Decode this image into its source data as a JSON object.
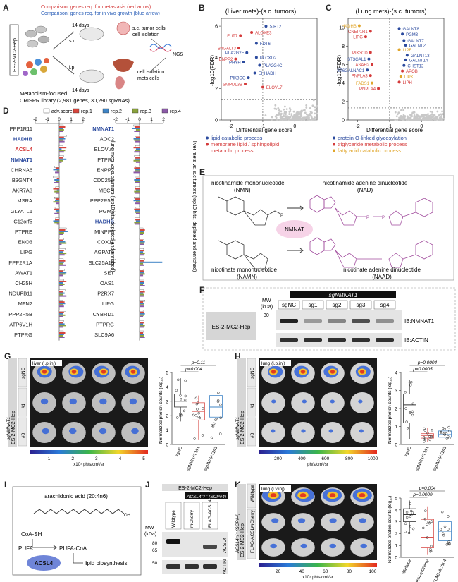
{
  "panels": {
    "A": {
      "letter": "A",
      "comparison_red": "Comparison: genes req. for metastasis (red arrow)",
      "comparison_blue": "Comparison: genes req. for in vivo growth (blue arrow)",
      "cell_line": "ES-2-MC2-Hep",
      "days_top": "~14 days",
      "sc": "s.c.",
      "ip": "i.p.",
      "days_bottom": "~14 days",
      "sc_tumor": "s.c. tumor cells",
      "cell_iso1": "cell isolation",
      "ngs": "NGS",
      "cell_iso2": "cell isolation",
      "mets_cells": "mets cells",
      "library1": "Metabolism-focused",
      "library2": "CRISPR library (2,981 genes, 30,290 sgRNAs)"
    },
    "B": {
      "letter": "B",
      "title": "(Liver mets)-(s.c. tumors)",
      "ylabel": "-log10(FDR)",
      "xlabel": "Differential gene score",
      "xticks": [
        "-2",
        "-1",
        "0"
      ],
      "yticks": [
        "0",
        "2",
        "4",
        "6"
      ],
      "labels": [
        {
          "text": "SIRT2",
          "c": "#2b4a9e"
        },
        {
          "text": "ALOXE3",
          "c": "#d43a3a"
        },
        {
          "text": "FUT7",
          "c": "#d43a3a"
        },
        {
          "text": "FDT6",
          "c": "#2b4a9e"
        },
        {
          "text": "B4GALT3",
          "c": "#d43a3a"
        },
        {
          "text": "PLA2G2F",
          "c": "#2b4a9e"
        },
        {
          "text": "PLCXD2",
          "c": "#2b4a9e"
        },
        {
          "text": "ENPP2",
          "c": "#d43a3a"
        },
        {
          "text": "PHYH",
          "c": "#2b4a9e"
        },
        {
          "text": "PLA2G4C",
          "c": "#2b4a9e"
        },
        {
          "text": "EHHADH",
          "c": "#2b4a9e"
        },
        {
          "text": "PIK3CG",
          "c": "#2b4a9e"
        },
        {
          "text": "SMPDL3B",
          "c": "#d43a3a"
        },
        {
          "text": "ELOVL7",
          "c": "#d43a3a"
        }
      ],
      "legend": [
        {
          "text": "lipid catabolic process",
          "c": "#2b4a9e"
        },
        {
          "text": "membrane lipid / sphingolipid",
          "c": "#d43a3a"
        },
        {
          "text": "metabolic process",
          "c": "#d43a3a"
        }
      ]
    },
    "C": {
      "letter": "C",
      "title": "(Lung mets)-(s.c. tumors)",
      "ylabel": "-log10(FDR)",
      "xlabel": "Differential gene score",
      "xticks": [
        "-2",
        "-1",
        "0"
      ],
      "yticks": [
        "0",
        "2",
        "4",
        "6",
        "8",
        "10"
      ],
      "labels": [
        {
          "text": "HADHB",
          "c": "#e0a52a"
        },
        {
          "text": "CNEP1R1",
          "c": "#d43a3a"
        },
        {
          "text": "GALNT8",
          "c": "#2b4a9e"
        },
        {
          "text": "PGM3",
          "c": "#2b4a9e"
        },
        {
          "text": "LIPG",
          "c": "#d43a3a"
        },
        {
          "text": "GALNT7",
          "c": "#2b4a9e"
        },
        {
          "text": "GALNT2",
          "c": "#2b4a9e"
        },
        {
          "text": "LIPF",
          "c": "#e0a52a"
        },
        {
          "text": "PIK3CD",
          "c": "#d43a3a"
        },
        {
          "text": "GALNT13",
          "c": "#2b4a9e"
        },
        {
          "text": "ST3GAL1",
          "c": "#2b4a9e"
        },
        {
          "text": "GALNT14",
          "c": "#2b4a9e"
        },
        {
          "text": "ASAH2",
          "c": "#d43a3a"
        },
        {
          "text": "CHST12",
          "c": "#2b4a9e"
        },
        {
          "text": "ST6GALNAC1",
          "c": "#2b4a9e"
        },
        {
          "text": "APOB",
          "c": "#d43a3a"
        },
        {
          "text": "PNPLA3",
          "c": "#d43a3a"
        },
        {
          "text": "LIPK",
          "c": "#e0a52a"
        },
        {
          "text": "LIPH",
          "c": "#d43a3a"
        },
        {
          "text": "FADS1",
          "c": "#e0a52a"
        },
        {
          "text": "PNPLA4",
          "c": "#d43a3a"
        }
      ],
      "legend": [
        {
          "text": "protein O-linked glycosylation",
          "c": "#2b4a9e"
        },
        {
          "text": "triglyceride metabolic process",
          "c": "#d43a3a"
        },
        {
          "text": "fatty acid catabolic process",
          "c": "#e0a52a"
        }
      ]
    },
    "D": {
      "letter": "D",
      "legend": [
        {
          "text": "adv.score",
          "c": "#ffffff"
        },
        {
          "text": "rep.1",
          "c": "#d7453c"
        },
        {
          "text": "rep.2",
          "c": "#3f84c6"
        },
        {
          "text": "rep.3",
          "c": "#8aa23c"
        },
        {
          "text": "rep.4",
          "c": "#8c5aa8"
        }
      ],
      "axis_ticks": [
        "-2",
        "-1",
        "0",
        "1",
        "2"
      ],
      "left_label": "lung mets vs. s.c tumors (top10 hits, depleted and enriched)",
      "right_label": "liver mets vs. s.c tumors (top10 hits, depleted and enriched)",
      "left_genes": [
        {
          "g": "PPP1R11",
          "c": "#222222",
          "v": [
            0.35,
            0.5,
            0.3,
            0.4,
            0.3
          ]
        },
        {
          "g": "HADHB",
          "c": "#2b4a9e",
          "v": [
            0.6,
            0.4,
            0.5,
            0.3,
            0.45
          ]
        },
        {
          "g": "ACSL4",
          "c": "#d43a3a",
          "v": [
            0.3,
            0.6,
            0.2,
            0.5,
            0.4
          ]
        },
        {
          "g": "NMNAT1",
          "c": "#2b4a9e",
          "v": [
            0.4,
            0.3,
            0.6,
            0.35,
            0.2
          ]
        },
        {
          "g": "CHRNA6",
          "c": "#222222",
          "v": [
            -0.4,
            -0.3,
            -0.5,
            -0.2,
            -0.35
          ]
        },
        {
          "g": "B3GNT4",
          "c": "#222222",
          "v": [
            -0.5,
            -0.2,
            -0.4,
            -0.3,
            -0.45
          ]
        },
        {
          "g": "AKR7A3",
          "c": "#222222",
          "v": [
            -0.3,
            -0.5,
            -0.2,
            -0.4,
            -0.3
          ]
        },
        {
          "g": "MSRA",
          "c": "#222222",
          "v": [
            -0.4,
            -0.3,
            -0.35,
            -0.5,
            -0.25
          ]
        },
        {
          "g": "GLYATL1",
          "c": "#222222",
          "v": [
            -0.35,
            -0.45,
            -0.3,
            -0.2,
            -0.4
          ]
        },
        {
          "g": "C12orf5",
          "c": "#222222",
          "v": [
            -0.3,
            -0.35,
            -0.5,
            -0.4,
            -0.2
          ]
        },
        {
          "g": "PTPRE",
          "c": "#222222",
          "v": [
            0.6,
            0.5,
            0.7,
            0.4,
            0.3
          ]
        },
        {
          "g": "ENO3",
          "c": "#222222",
          "v": [
            0.4,
            0.3,
            0.5,
            0.6,
            0.2
          ]
        },
        {
          "g": "LIPG",
          "c": "#222222",
          "v": [
            0.5,
            0.4,
            0.3,
            0.6,
            0.45
          ]
        },
        {
          "g": "PPP2R1A",
          "c": "#222222",
          "v": [
            0.35,
            0.5,
            0.4,
            0.3,
            0.55
          ]
        },
        {
          "g": "AWAT1",
          "c": "#222222",
          "v": [
            0.45,
            0.3,
            0.6,
            0.5,
            0.35
          ]
        },
        {
          "g": "CH25H",
          "c": "#222222",
          "v": [
            0.4,
            0.6,
            0.35,
            0.45,
            0.3
          ]
        },
        {
          "g": "NDUFB11",
          "c": "#222222",
          "v": [
            0.5,
            0.35,
            0.45,
            0.3,
            0.6
          ]
        },
        {
          "g": "MFN2",
          "c": "#222222",
          "v": [
            0.3,
            0.45,
            0.5,
            0.35,
            0.4
          ]
        },
        {
          "g": "PPP2R5B",
          "c": "#222222",
          "v": [
            0.55,
            0.4,
            0.3,
            0.5,
            0.35
          ]
        },
        {
          "g": "ATP6V1H",
          "c": "#222222",
          "v": [
            0.4,
            0.3,
            0.45,
            0.55,
            0.3
          ]
        },
        {
          "g": "PTPRG",
          "c": "#222222",
          "v": [
            0.35,
            0.5,
            0.4,
            0.3,
            0.45
          ]
        }
      ],
      "right_genes": [
        {
          "g": "NMNAT1",
          "c": "#2b4a9e",
          "v": [
            -0.5,
            -0.4,
            -0.6,
            -0.3,
            -0.45
          ]
        },
        {
          "g": "AOC2",
          "c": "#222222",
          "v": [
            -0.4,
            -0.3,
            -0.5,
            -0.45,
            -0.35
          ]
        },
        {
          "g": "ELOVL1",
          "c": "#222222",
          "v": [
            -0.35,
            -0.5,
            -0.3,
            -0.4,
            -0.45
          ]
        },
        {
          "g": "PTPRJ",
          "c": "#222222",
          "v": [
            -0.45,
            -0.35,
            -0.4,
            -0.5,
            -0.3
          ]
        },
        {
          "g": "ENPP2",
          "c": "#222222",
          "v": [
            -0.3,
            -0.45,
            -0.35,
            -0.4,
            -0.5
          ]
        },
        {
          "g": "CDC25B",
          "c": "#222222",
          "v": [
            -0.4,
            -0.3,
            -0.45,
            -0.35,
            -0.4
          ]
        },
        {
          "g": "MECR",
          "c": "#222222",
          "v": [
            -0.35,
            -0.4,
            -0.3,
            -0.45,
            -0.35
          ]
        },
        {
          "g": "PPP2R5C",
          "c": "#222222",
          "v": [
            -0.45,
            -0.35,
            -0.5,
            -0.3,
            -0.4
          ]
        },
        {
          "g": "PGM3",
          "c": "#222222",
          "v": [
            -0.3,
            -0.45,
            -0.4,
            -0.35,
            -0.3
          ]
        },
        {
          "g": "HADHB",
          "c": "#2b4a9e",
          "v": [
            -0.4,
            -0.35,
            -0.3,
            -0.45,
            -0.4
          ]
        },
        {
          "g": "MINPP1",
          "c": "#222222",
          "v": [
            0.3,
            0.45,
            0.35,
            0.4,
            0.3
          ]
        },
        {
          "g": "COX11",
          "c": "#222222",
          "v": [
            0.4,
            0.3,
            0.45,
            0.35,
            0.4
          ]
        },
        {
          "g": "AGPAT9",
          "c": "#222222",
          "v": [
            0.35,
            0.4,
            0.3,
            0.45,
            0.35
          ]
        },
        {
          "g": "SLC25A16",
          "c": "#222222",
          "v": [
            0.45,
            0.35,
            1.9,
            0.3,
            0.4
          ]
        },
        {
          "g": "SET",
          "c": "#222222",
          "v": [
            0.3,
            0.4,
            0.35,
            0.45,
            0.3
          ]
        },
        {
          "g": "OAS1",
          "c": "#222222",
          "v": [
            0.4,
            0.35,
            0.4,
            0.3,
            0.45
          ]
        },
        {
          "g": "P2RX7",
          "c": "#222222",
          "v": [
            0.35,
            0.45,
            0.3,
            0.4,
            0.35
          ]
        },
        {
          "g": "LIPG",
          "c": "#222222",
          "v": [
            0.45,
            0.3,
            0.4,
            0.35,
            0.4
          ]
        },
        {
          "g": "CYBRD1",
          "c": "#222222",
          "v": [
            0.3,
            0.4,
            0.45,
            0.35,
            0.3
          ]
        },
        {
          "g": "PTPRG",
          "c": "#222222",
          "v": [
            0.4,
            0.35,
            0.3,
            0.45,
            0.4
          ]
        },
        {
          "g": "SLC9A6",
          "c": "#222222",
          "v": [
            0.35,
            0.3,
            0.4,
            0.35,
            0.45
          ]
        }
      ]
    },
    "E": {
      "letter": "E",
      "nmn": "nicotinamide mononucleotide",
      "nmn_abbr": "(NMN)",
      "nad": "nicotinamide adenine dinucleotide",
      "nad_abbr": "(NAD)",
      "enzyme": "NMNAT",
      "namn": "nicotinate mononucleotide",
      "namn_abbr": "(NAMN)",
      "naad": "nicotinate adenine dinucleotide",
      "naad_abbr": "(NAAD)"
    },
    "F": {
      "letter": "F",
      "group": "sgNMNAT1",
      "mw": "MW",
      "kda": "(kDa)",
      "m30": "30",
      "lanes": [
        "sgNC",
        "sg1",
        "sg2",
        "sg3",
        "sg4"
      ],
      "cell": "ES-2-MC2-Hep",
      "ib1": "IB:NMNAT1",
      "ib2": "IB:ACTIN"
    },
    "G": {
      "letter": "G",
      "side": "ES-2-MC2-Hep",
      "rows": [
        "sgNC",
        "#1",
        "#3"
      ],
      "row_group": "sgNMNAT1",
      "tag": "liver (i.p.inj)",
      "scale_ticks": [
        "1",
        "2",
        "3",
        "4",
        "5"
      ],
      "scale_unit": "x10⁵ ph/s/cm²/sr",
      "ylabel": "Normalized photon counts (log₁₀)",
      "p1": "p=0.11",
      "p2": "p=0.004",
      "xcats": [
        "sgNC",
        "sgNMNAT1#1",
        "sgNMNAT1#3"
      ],
      "yticks": [
        "0",
        "1",
        "2",
        "3",
        "4",
        "5"
      ]
    },
    "H": {
      "letter": "H",
      "side": "ES-2-MC2-Hep",
      "rows": [
        "sgNC",
        "#1",
        "#3"
      ],
      "row_group": "sgNMNAT1",
      "tag": "lung (i.p.inj)",
      "scale_ticks": [
        "200",
        "400",
        "600",
        "800",
        "1000"
      ],
      "scale_unit": "ph/s/cm²/sr",
      "ylabel": "Normalized photon counts (log₁₀)",
      "p1": "p=0.0004",
      "p2": "p=0.0005",
      "xcats": [
        "sgNC",
        "sgNMNAT1#1",
        "sgNMNAT1#3"
      ],
      "yticks": [
        "0",
        "1",
        "2",
        "3",
        "4"
      ]
    },
    "I": {
      "letter": "I",
      "aa": "arachidonic acid (20:4n6)",
      "coa": "CoA-SH",
      "pufa": "PUFA",
      "pufacoa": "PUFA-CoA",
      "enzyme": "ACSL4",
      "lipid": "lipid biosynthesis"
    },
    "J": {
      "letter": "J",
      "cell": "ES-2-MC2-Hep",
      "ko": "ACSL4⁻/⁻ (SCP#4)",
      "mw": "MW",
      "kda": "(kDa)",
      "lanes": [
        "Wildtype",
        "mCherry",
        "FLAG-ACSL4"
      ],
      "m80": "80",
      "m65": "65",
      "m50": "50",
      "ib1": "ACSL4",
      "ib2": "ACTIN"
    },
    "K": {
      "letter": "K",
      "side": "ES-2-MC2-Hep",
      "rows": [
        "Wildtype",
        "mCherry",
        "FLAG-ACSL4"
      ],
      "row_group": "ACSL4⁻/⁻ (SCP#4)",
      "tag": "lung (i.v.inj)",
      "scale_ticks": [
        "20",
        "40",
        "60",
        "80",
        "100"
      ],
      "scale_unit": "x10⁵ ph/s/cm²/sr",
      "ylabel": "Normalized photon counts (log₁₀)",
      "p1": "p=0.004",
      "p2": "p=0.0009",
      "xcats": [
        "Wildtype",
        "SCP#4-mCherry",
        "SCP#4 -FLAG-ACSL4"
      ],
      "yticks": [
        "0",
        "1",
        "2",
        "3",
        "4",
        "5"
      ]
    }
  }
}
